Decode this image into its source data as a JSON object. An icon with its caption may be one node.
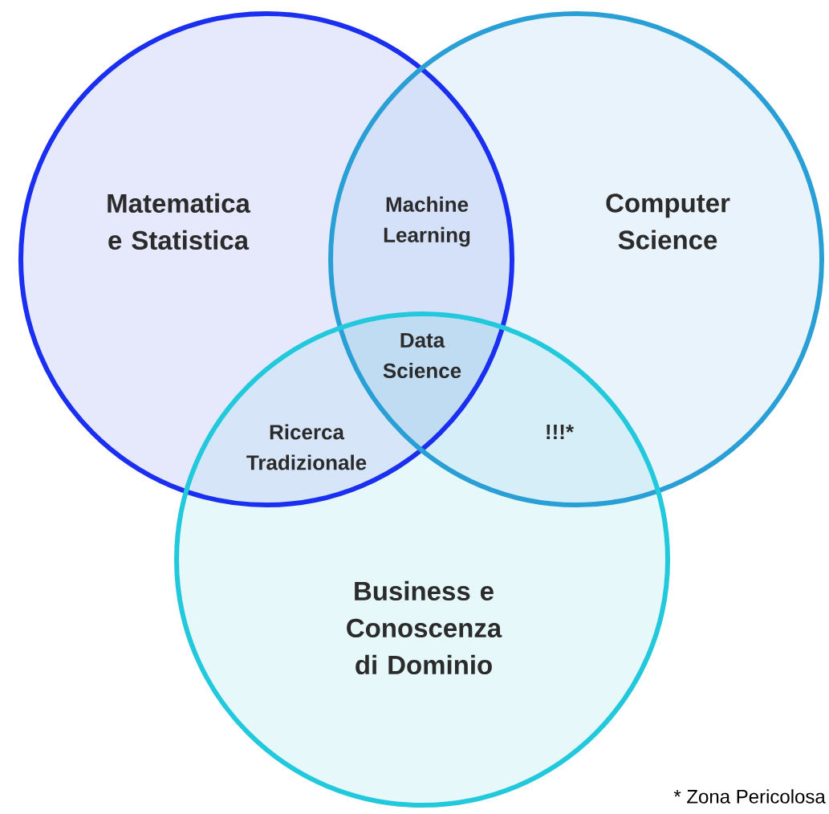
{
  "diagram": {
    "nodes": [
      {
        "text": [
          "Matematica e Statistica"
        ]
      },
      {
        "text": [
          "Computer Science"
        ]
      },
      {
        "text": [
          "Business e Conoscenza di Dominio"
        ]
      }
    ],
    "labels": [
      "Machine Learning",
      "Data Science",
      "Ricerca Tradizionale",
      "!!!*",
      "* Zona Pericolosa"
    ]
  }
}
